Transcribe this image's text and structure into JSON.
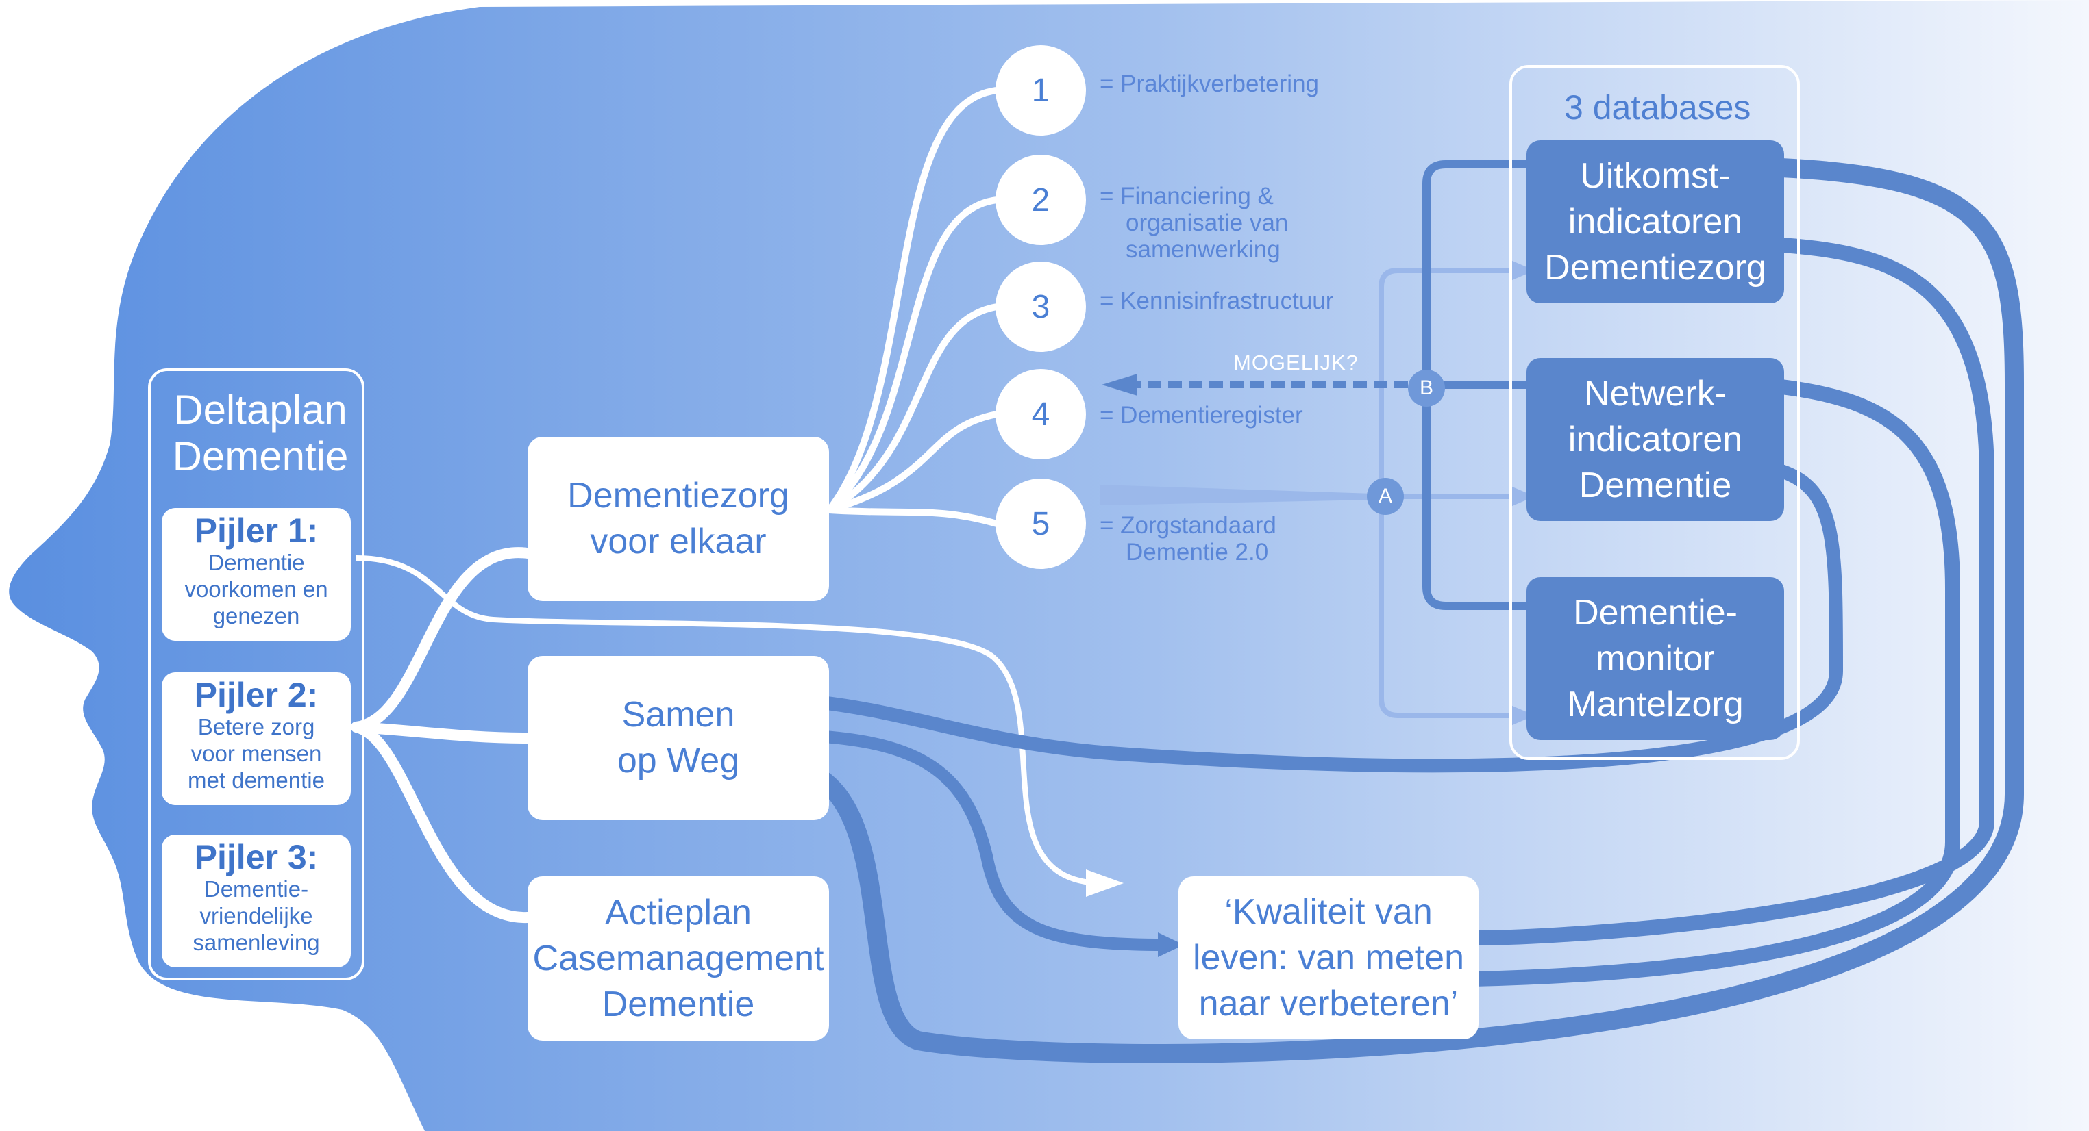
{
  "deltaplan": {
    "title_line1": "Deltaplan",
    "title_line2": "Dementie",
    "pillars": [
      {
        "title": "Pijler 1:",
        "lines": [
          "Dementie",
          "voorkomen en",
          "genezen"
        ]
      },
      {
        "title": "Pijler 2:",
        "lines": [
          "Betere zorg",
          "voor mensen",
          "met dementie"
        ]
      },
      {
        "title": "Pijler 3:",
        "lines": [
          "Dementie-",
          "vriendelijke",
          "samenleving"
        ]
      }
    ]
  },
  "programs": {
    "dementiezorg": [
      "Dementiezorg",
      "voor elkaar"
    ],
    "samen": [
      "Samen",
      "op Weg"
    ],
    "actieplan": [
      "Actieplan",
      "Casemanagement",
      "Dementie"
    ]
  },
  "themes": [
    {
      "number": "1",
      "label_lines": [
        "= Praktijkverbetering"
      ]
    },
    {
      "number": "2",
      "label_lines": [
        "= Financiering &",
        "organisatie van",
        "samenwerking"
      ]
    },
    {
      "number": "3",
      "label_lines": [
        "= Kennisinfrastructuur"
      ]
    },
    {
      "number": "4",
      "label_lines": [
        "= Dementieregister"
      ]
    },
    {
      "number": "5",
      "label_lines": [
        "= Zorgstandaard",
        "Dementie 2.0"
      ]
    }
  ],
  "databases": {
    "title": "3 databases",
    "items": [
      [
        "Uitkomst-",
        "indicatoren",
        "Dementiezorg"
      ],
      [
        "Netwerk-",
        "indicatoren",
        "Dementie"
      ],
      [
        "Dementie-",
        "monitor",
        "Mantelzorg"
      ]
    ]
  },
  "markers": {
    "a": "A",
    "b": "B"
  },
  "mogelijk_label": "MOGELIJK?",
  "kwaliteit": [
    "‘Kwaliteit van",
    "leven: van meten",
    "naar verbeteren’"
  ],
  "colors": {
    "head_dark": "#5a8fe0",
    "head_light": "#f4f7fd",
    "arrow_blue": "#5a86cc",
    "box_text": "#4a7fd4",
    "white": "#ffffff"
  }
}
